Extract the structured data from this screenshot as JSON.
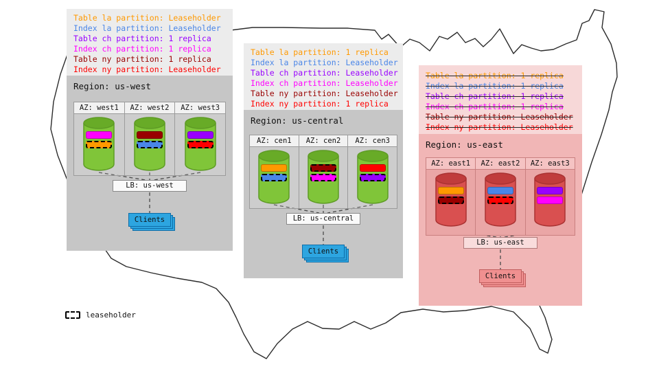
{
  "palette": {
    "region_up_bg": "#c6c6c6",
    "region_down_bg": "#f1b6b6",
    "legend_up_bg": "#ececec",
    "legend_down_bg": "#f7d8d8",
    "cylinder_up": "#80c539",
    "cylinder_down": "#d95050",
    "clients_up": "#2da5e0",
    "clients_down": "#f09090"
  },
  "leaseholder_key": {
    "label": "leaseholder"
  },
  "regions": [
    {
      "title": "Region: us-west",
      "legend": [
        {
          "text": "Table la partition: Leaseholder",
          "color": "#ff9900",
          "strike": false
        },
        {
          "text": "Index la partition: Leaseholder",
          "color": "#4a86e8",
          "strike": false
        },
        {
          "text": "Table ch partition: 1 replica",
          "color": "#9900ff",
          "strike": false
        },
        {
          "text": "Index ch partition: 1 replica",
          "color": "#ff00ff",
          "strike": false
        },
        {
          "text": "Table ny partition: 1 replica",
          "color": "#990000",
          "strike": false
        },
        {
          "text": "Index ny partition: Leaseholder",
          "color": "#ff0000",
          "strike": false
        }
      ],
      "azs": [
        {
          "label": "AZ: west1",
          "blocks": [
            {
              "color": "#ff00ff",
              "leaseholder": false
            },
            {
              "color": "#ff9900",
              "leaseholder": true
            }
          ]
        },
        {
          "label": "AZ: west2",
          "blocks": [
            {
              "color": "#990000",
              "leaseholder": false
            },
            {
              "color": "#4a86e8",
              "leaseholder": true
            }
          ]
        },
        {
          "label": "AZ: west3",
          "blocks": [
            {
              "color": "#9900ff",
              "leaseholder": false
            },
            {
              "color": "#ff0000",
              "leaseholder": true
            }
          ]
        }
      ],
      "lb": "LB: us-west",
      "clients": "Clients"
    },
    {
      "title": "Region: us-central",
      "legend": [
        {
          "text": "Table la partition: 1 replica",
          "color": "#ff9900",
          "strike": false
        },
        {
          "text": "Index la partition: Leaseholder",
          "color": "#4a86e8",
          "strike": false
        },
        {
          "text": "Table ch partition: Leaseholder",
          "color": "#9900ff",
          "strike": false
        },
        {
          "text": "Index ch partition: Leaseholder",
          "color": "#ff00ff",
          "strike": false
        },
        {
          "text": "Table ny partition: Leaseholder",
          "color": "#990000",
          "strike": false
        },
        {
          "text": "Index ny partition: 1 replica",
          "color": "#ff0000",
          "strike": false
        }
      ],
      "azs": [
        {
          "label": "AZ: cen1",
          "blocks": [
            {
              "color": "#ff9900",
              "leaseholder": false
            },
            {
              "color": "#4a86e8",
              "leaseholder": true
            }
          ]
        },
        {
          "label": "AZ: cen2",
          "blocks": [
            {
              "color": "#990000",
              "leaseholder": true
            },
            {
              "color": "#ff00ff",
              "leaseholder": true
            }
          ]
        },
        {
          "label": "AZ: cen3",
          "blocks": [
            {
              "color": "#ff0000",
              "leaseholder": false
            },
            {
              "color": "#9900ff",
              "leaseholder": true
            }
          ]
        }
      ],
      "lb": "LB: us-central",
      "clients": "Clients"
    },
    {
      "title": "Region: us-east",
      "legend": [
        {
          "text": "Table la partition: 1 replica",
          "color": "#ff9900",
          "strike": true
        },
        {
          "text": "Index la partition: 1 replica",
          "color": "#4a86e8",
          "strike": true
        },
        {
          "text": "Table ch partition: 1 replica",
          "color": "#9900ff",
          "strike": true
        },
        {
          "text": "Index ch partition: 1 replica",
          "color": "#ff00ff",
          "strike": true
        },
        {
          "text": "Table ny partition: Leaseholder",
          "color": "#990000",
          "strike": true
        },
        {
          "text": "Index ny partition: Leaseholder",
          "color": "#ff0000",
          "strike": true
        }
      ],
      "azs": [
        {
          "label": "AZ: east1",
          "blocks": [
            {
              "color": "#ff9900",
              "leaseholder": false
            },
            {
              "color": "#990000",
              "leaseholder": true
            }
          ]
        },
        {
          "label": "AZ: east2",
          "blocks": [
            {
              "color": "#4a86e8",
              "leaseholder": false
            },
            {
              "color": "#ff0000",
              "leaseholder": true
            }
          ]
        },
        {
          "label": "AZ: east3",
          "blocks": [
            {
              "color": "#9900ff",
              "leaseholder": false
            },
            {
              "color": "#ff00ff",
              "leaseholder": false
            }
          ]
        }
      ],
      "lb": "LB: us-east",
      "clients": "Clients"
    }
  ]
}
